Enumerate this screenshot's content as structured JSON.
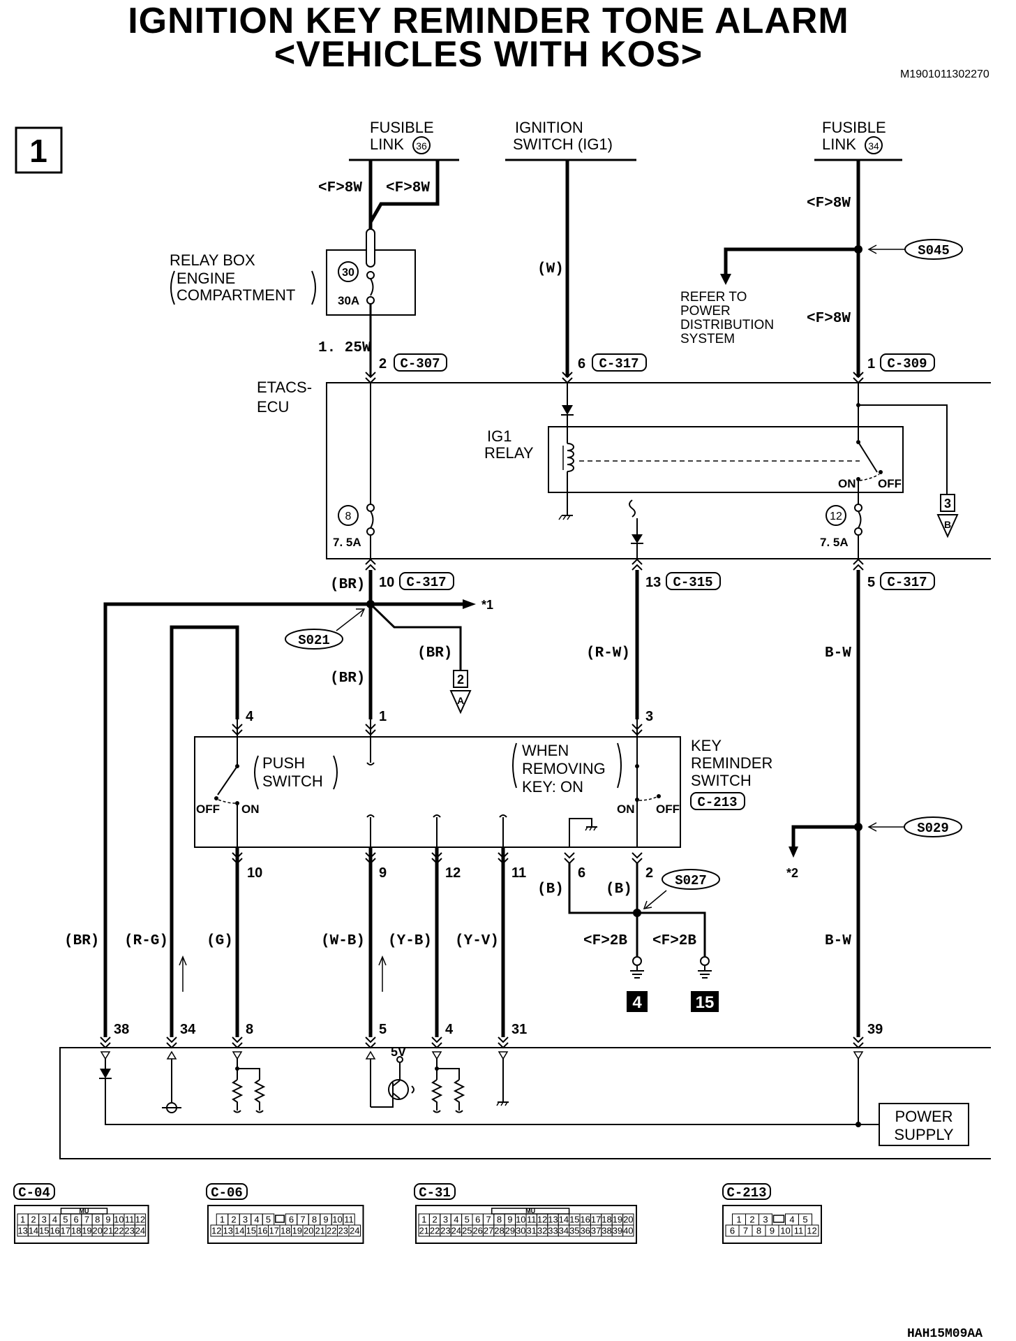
{
  "title": {
    "line1": "IGNITION KEY REMINDER TONE ALARM",
    "line2": "<VEHICLES WITH KOS>",
    "doc_id": "M1901011302270",
    "figure_code": "HAH15M09AA"
  },
  "page_marker": "1",
  "sources": {
    "fusible_link_36": {
      "line1": "FUSIBLE",
      "line2": "LINK",
      "num": "36"
    },
    "ignition_switch": {
      "line1": "IGNITION",
      "line2": "SWITCH (IG1)"
    },
    "fusible_link_34": {
      "line1": "FUSIBLE",
      "line2": "LINK",
      "num": "34"
    }
  },
  "relay_box": {
    "line1": "RELAY BOX",
    "line2": "ENGINE",
    "line3": "COMPARTMENT",
    "fuse_num": "30",
    "fuse_rating": "30A"
  },
  "etacs": {
    "line1": "ETACS-",
    "line2": "ECU",
    "ig1_line1": "IG1",
    "ig1_line2": "RELAY",
    "fuse8_num": "8",
    "fuse8_rating": "7. 5A",
    "fuse12_num": "12",
    "fuse12_rating": "7. 5A",
    "on": "ON",
    "off": "OFF"
  },
  "wire_labels": {
    "f8w_a": "<F>8W",
    "f8w_b": "<F>8W",
    "f8w_c": "<F>8W",
    "f8w_d": "<F>8W",
    "w125": "1. 25W",
    "w": "(W)",
    "br_a": "(BR)",
    "br_b": "(BR)",
    "br_c": "(BR)",
    "rw": "(R-W)",
    "bw_a": "B-W",
    "bw_b": "B-W",
    "br_d": "(BR)",
    "rg": "(R-G)",
    "g": "(G)",
    "wb": "(W-B)",
    "yb": "(Y-B)",
    "yv": "(Y-V)",
    "b_a": "(B)",
    "b_b": "(B)",
    "f2b_a": "<F>2B",
    "f2b_b": "<F>2B"
  },
  "connectors": {
    "c307": {
      "pin": "2",
      "name": "C-307"
    },
    "c317a": {
      "pin": "6",
      "name": "C-317"
    },
    "c309": {
      "pin": "1",
      "name": "C-309"
    },
    "c317b": {
      "pin": "10",
      "name": "C-317"
    },
    "c315": {
      "pin": "13",
      "name": "C-315"
    },
    "c317c": {
      "pin": "5",
      "name": "C-317"
    }
  },
  "splices": {
    "s045": "S045",
    "s021": "S021",
    "s029": "S029",
    "s027": "S027"
  },
  "refer_note": {
    "line1": "REFER TO",
    "line2": "POWER",
    "line3": "DISTRIBUTION",
    "line4": "SYSTEM"
  },
  "cross_refs": {
    "star1": "*1",
    "star2": "*2",
    "ref3_num": "3",
    "ref3_letter": "B",
    "ref2_num": "2",
    "ref2_letter": "A"
  },
  "key_switch": {
    "line1": "KEY",
    "line2": "REMINDER",
    "line3": "SWITCH",
    "connector": "C-213",
    "push_line1": "PUSH",
    "push_line2": "SWITCH",
    "when_line1": "WHEN",
    "when_line2": "REMOVING",
    "when_line3": "KEY: ON",
    "off_left": "OFF",
    "on_left": "ON",
    "on_right": "ON",
    "off_right": "OFF",
    "top_pins": [
      "4",
      "1",
      "3"
    ],
    "bottom_pins": [
      "10",
      "9",
      "12",
      "11",
      "6",
      "2"
    ]
  },
  "grounds": {
    "g4": "4",
    "g15": "15"
  },
  "ecu_pins": [
    "38",
    "34",
    "8",
    "5",
    "4",
    "31",
    "39"
  ],
  "ecu_inner": {
    "v5": "5V",
    "power_line1": "POWER",
    "power_line2": "SUPPLY"
  },
  "connector_views": [
    {
      "name": "C-04",
      "row1": [
        "1",
        "2",
        "3",
        "4",
        "5",
        "6",
        "7",
        "8",
        "9",
        "10",
        "11",
        "12"
      ],
      "row2": [
        "13",
        "14",
        "15",
        "16",
        "17",
        "18",
        "19",
        "20",
        "21",
        "22",
        "23",
        "24"
      ],
      "mark": "MU"
    },
    {
      "name": "C-06",
      "row1": [
        "1",
        "2",
        "3",
        "4",
        "5",
        "",
        "6",
        "7",
        "8",
        "9",
        "10",
        "11"
      ],
      "row2": [
        "12",
        "13",
        "14",
        "15",
        "16",
        "17",
        "18",
        "19",
        "20",
        "21",
        "22",
        "23",
        "24"
      ]
    },
    {
      "name": "C-31",
      "row1": [
        "1",
        "2",
        "3",
        "4",
        "5",
        "6",
        "7",
        "8",
        "9",
        "10",
        "11",
        "12",
        "13",
        "14",
        "15",
        "16",
        "17",
        "18",
        "19",
        "20"
      ],
      "row2": [
        "21",
        "22",
        "23",
        "24",
        "25",
        "26",
        "27",
        "28",
        "29",
        "30",
        "31",
        "32",
        "33",
        "34",
        "35",
        "36",
        "37",
        "38",
        "39",
        "40"
      ],
      "mark": "MU"
    },
    {
      "name": "C-213",
      "row1": [
        "1",
        "2",
        "3",
        "",
        "4",
        "5"
      ],
      "row2": [
        "6",
        "7",
        "8",
        "9",
        "10",
        "11",
        "12"
      ]
    }
  ]
}
